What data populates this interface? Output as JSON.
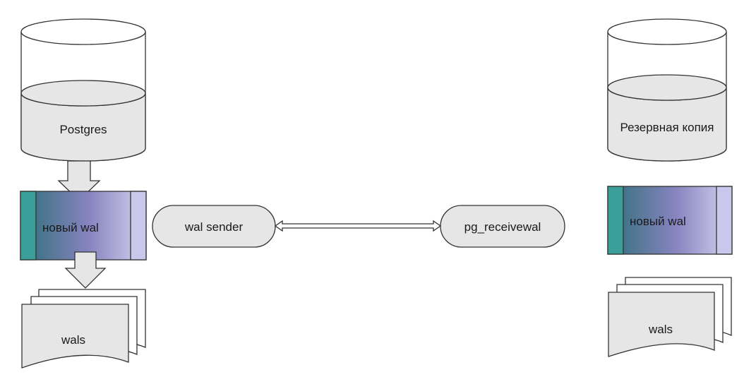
{
  "diagram": {
    "left": {
      "database_label": "Postgres",
      "wal_label": "новый wal",
      "archive_label": "wals"
    },
    "right": {
      "database_label": "Резервная копия",
      "wal_label": "новый wal",
      "archive_label": "wals"
    },
    "sender_label": "wal sender",
    "receiver_label": "pg_receivewal"
  },
  "colors": {
    "background": "#ffffff",
    "fill_gray": "#e6e6e6",
    "outline": "#333333",
    "wal_teal": "#3a9e9a",
    "wal_purple": "#8884c0",
    "wal_lavender": "#c9c7ec"
  }
}
